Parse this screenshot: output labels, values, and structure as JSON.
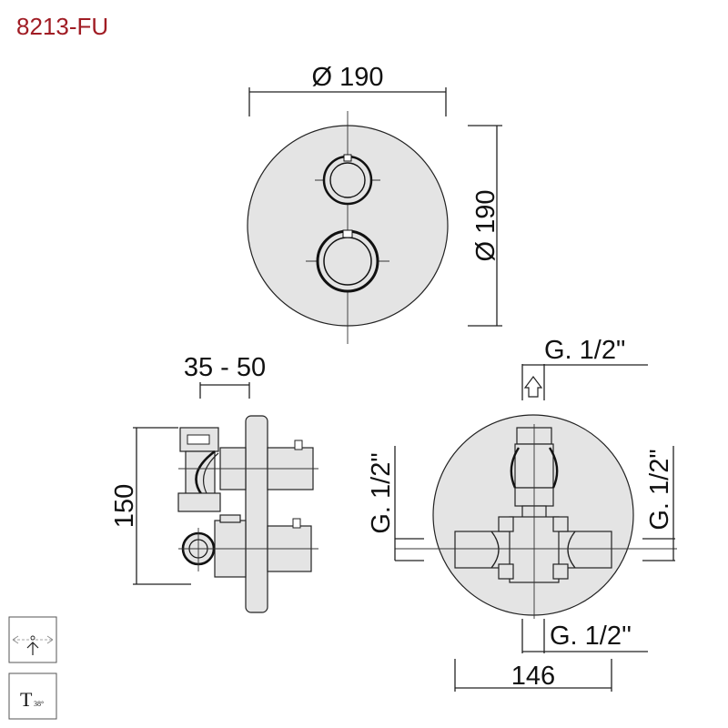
{
  "product_code": "8213-FU",
  "front_view": {
    "width_label": "Ø 190",
    "height_label": "Ø 190"
  },
  "side_view": {
    "depth_label": "35 - 50",
    "height_label": "150"
  },
  "body_view": {
    "top_outlet_label": "G. 1/2\"",
    "left_inlet_label": "G. 1/2\"",
    "right_inlet_label": "G. 1/2\"",
    "bottom_outlet_label": "G. 1/2''",
    "width_label": "146"
  },
  "symbols": {
    "temperature_symbol": "T",
    "temperature_value": "38°"
  },
  "colors": {
    "code_color": "#a01c24",
    "plate_fill": "#e4e4e4",
    "line_color": "#222222"
  }
}
